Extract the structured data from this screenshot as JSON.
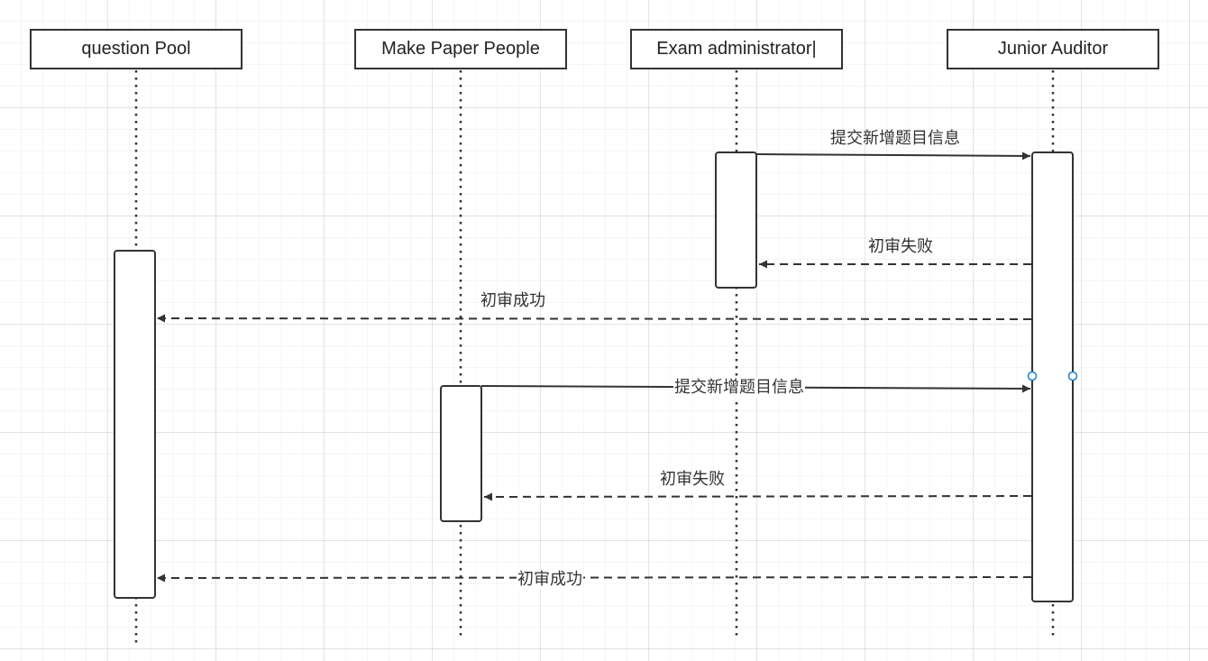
{
  "colors": {
    "line": "#333333",
    "text": "#222222",
    "handle": "#1a7fd6"
  },
  "participants": [
    {
      "id": "pool",
      "label": "question Pool"
    },
    {
      "id": "maker",
      "label": "Make Paper People"
    },
    {
      "id": "admin",
      "label": "Exam administrator|"
    },
    {
      "id": "auditor",
      "label": "Junior Auditor"
    }
  ],
  "messages": [
    {
      "label": "提交新增题目信息",
      "from": "admin",
      "to": "auditor",
      "style": "solid"
    },
    {
      "label": "初审失败",
      "from": "auditor",
      "to": "admin",
      "style": "dashed"
    },
    {
      "label": "初审成功",
      "from": "auditor",
      "to": "pool",
      "style": "dashed"
    },
    {
      "label": "提交新增题目信息",
      "from": "maker",
      "to": "auditor",
      "style": "solid"
    },
    {
      "label": "初审失败",
      "from": "auditor",
      "to": "maker",
      "style": "dashed"
    },
    {
      "label": "初审成功",
      "from": "auditor",
      "to": "pool",
      "style": "dashed"
    }
  ]
}
